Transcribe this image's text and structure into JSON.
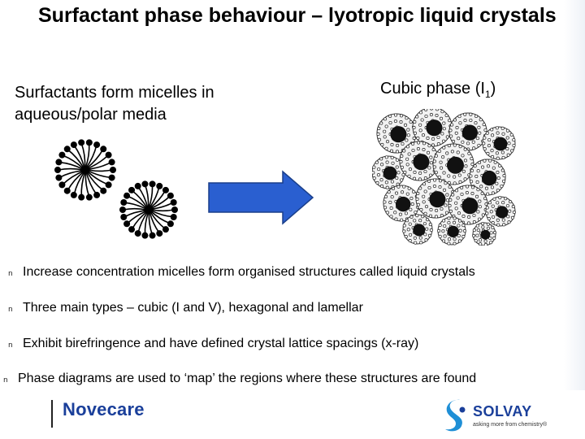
{
  "slide": {
    "title": "Surfactant phase behaviour – lyotropic liquid crystals",
    "left_caption": "Surfactants form micelles in aqueous/polar media",
    "right_caption": {
      "prefix": "Cubic phase (I",
      "subscript": "1",
      "suffix": ")"
    },
    "bullets": [
      {
        "marker": "n",
        "text": "Increase concentration micelles form organised structures called liquid crystals"
      },
      {
        "marker": "n",
        "text": "Three main types – cubic (I and V), hexagonal and lamellar"
      },
      {
        "marker": "n",
        "text": "Exhibit birefringence and have defined crystal lattice spacings (x-ray)"
      },
      {
        "marker": "n",
        "text": "Phase diagrams are used to ‘map’ the regions where these structures are found"
      }
    ]
  },
  "footer": {
    "brand": "Novecare",
    "company": "SOLVAY",
    "tagline": "asking more from chemistry®"
  },
  "colors": {
    "arrow_fill": "#2a5fd0",
    "arrow_stroke": "#1a3f8a",
    "brand_blue": "#1a3f9a"
  },
  "icons": {
    "micelle": "micelle-icon",
    "arrow": "right-arrow-icon",
    "cubic": "cubic-phase-illustration",
    "solvay": "solvay-logo-icon"
  }
}
